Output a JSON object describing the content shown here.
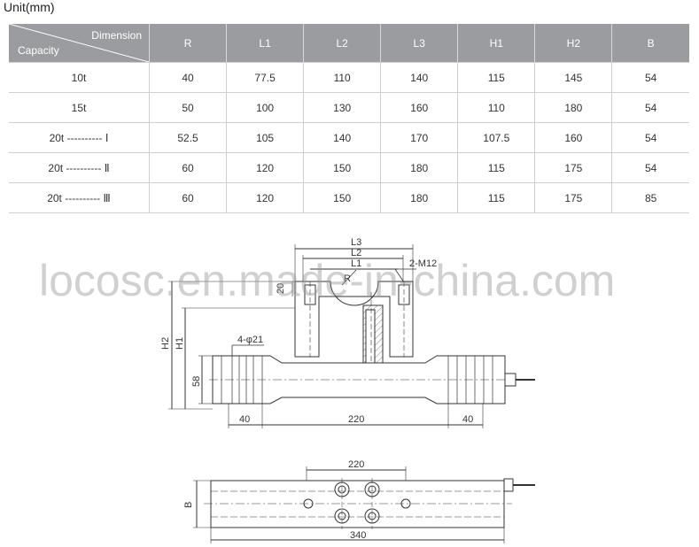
{
  "unit_label": "Unit(mm)",
  "table": {
    "corner_top": "Dimension",
    "corner_bottom": "Capacity",
    "headers": [
      "R",
      "L1",
      "L2",
      "L3",
      "H1",
      "H2",
      "B"
    ],
    "rows": [
      {
        "capacity": "10t",
        "values": [
          "40",
          "77.5",
          "110",
          "140",
          "115",
          "145",
          "54"
        ]
      },
      {
        "capacity": "15t",
        "values": [
          "50",
          "100",
          "130",
          "160",
          "110",
          "180",
          "54"
        ]
      },
      {
        "capacity": "20t ---------- Ⅰ",
        "values": [
          "52.5",
          "105",
          "140",
          "170",
          "107.5",
          "160",
          "54"
        ]
      },
      {
        "capacity": "20t ---------- Ⅱ",
        "values": [
          "60",
          "120",
          "150",
          "180",
          "115",
          "175",
          "54"
        ]
      },
      {
        "capacity": "20t ---------- Ⅲ",
        "values": [
          "60",
          "120",
          "150",
          "180",
          "115",
          "175",
          "85"
        ]
      }
    ]
  },
  "drawing": {
    "L3": "L3",
    "L2": "L2",
    "L1": "L1",
    "R": "R",
    "thread": "2-M12",
    "d20": "20",
    "H2": "H2",
    "H1": "H1",
    "holes": "4-φ21",
    "d58": "58",
    "d40_left": "40",
    "d220": "220",
    "d40_right": "40",
    "top_220": "220",
    "B": "B",
    "d340": "340"
  },
  "watermark": "locosc.en.made-in-china.com"
}
